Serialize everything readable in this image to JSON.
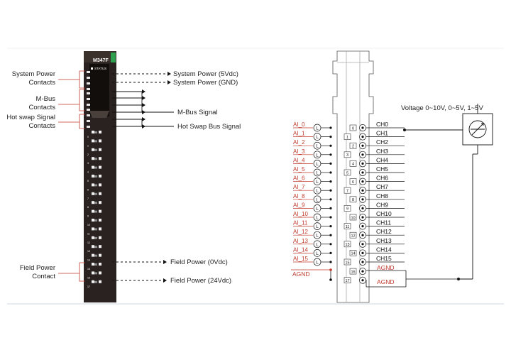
{
  "module": {
    "model": "M347F",
    "status_label": "STATUS",
    "slot_numbers": [
      "0",
      "1",
      "2",
      "3",
      "4",
      "5",
      "6",
      "7",
      "8",
      "9",
      "10",
      "11",
      "12",
      "13",
      "14",
      "15",
      "16",
      "17"
    ]
  },
  "left_labels": {
    "system_power_line1": "System Power",
    "system_power_line2": "Contacts",
    "mbus_line1": "M-Bus",
    "mbus_line2": "Contacts",
    "hotswap_line1": "Hot swap Signal",
    "hotswap_line2": "Contacts",
    "field_power_line1": "Field Power",
    "field_power_line2": "Contact"
  },
  "right_labels": {
    "sys_power_5v": "System Power (5Vdc)",
    "sys_power_gnd": "System Power (GND)",
    "mbus_signal": "M-Bus Signal",
    "hotswap_signal": "Hot Swap Bus Signal",
    "field_power_0v": "Field Power (0Vdc)",
    "field_power_24v": "Field Power (24Vdc)"
  },
  "wiring": {
    "ai_labels": [
      "AI_0",
      "AI_1",
      "AI_2",
      "AI_3",
      "AI_4",
      "AI_5",
      "AI_6",
      "AI_7",
      "AI_8",
      "AI_9",
      "AI_10",
      "AI_11",
      "AI_12",
      "AI_13",
      "AI_14",
      "AI_15"
    ],
    "ch_labels": [
      "CH0",
      "CH1",
      "CH2",
      "CH3",
      "CH4",
      "CH5",
      "CH6",
      "CH7",
      "CH8",
      "CH9",
      "CH10",
      "CH11",
      "CH12",
      "CH13",
      "CH14",
      "CH15"
    ],
    "terminal_numbers": [
      "0",
      "1",
      "2",
      "3",
      "4",
      "5",
      "6",
      "7",
      "8",
      "9",
      "10",
      "11",
      "12",
      "13",
      "14",
      "15",
      "16",
      "17"
    ],
    "l_marker": "L",
    "agnd_left": "AGND",
    "agnd_right_1": "AGND",
    "agnd_right_2": "AGND",
    "voltage_label": "Voltage 0~10V, 0~5V, 1~5V"
  },
  "colors": {
    "label_red": "#c0392b",
    "module_dark": "#2a2220",
    "module_green": "#2e9e4f",
    "line": "#111111",
    "divider": "#dfe3ea"
  }
}
